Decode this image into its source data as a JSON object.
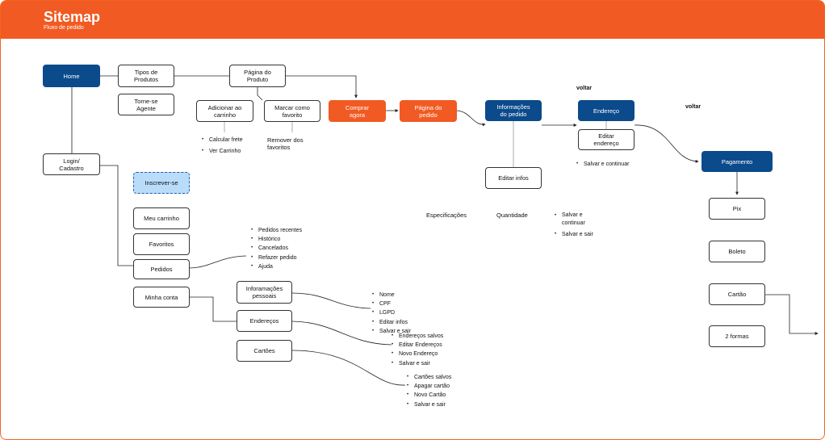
{
  "header": {
    "title": "Sitemap",
    "subtitle": "Fluxo de pedido"
  },
  "nodes": {
    "home": "Home",
    "tipos_produtos": "Tipos de\nProdutos",
    "torne_se_agente": "Torne-se\nAgente",
    "pagina_produto": "Página do\nProduto",
    "adicionar_carrinho": "Adicionar ao\ncarrinho",
    "marcar_favorito": "Marcar como\nfavorito",
    "comprar_agora": "Comprar\nagora",
    "pagina_pedido": "Página do\npedido",
    "informacoes_pedido": "Informações\ndo pedido",
    "editar_infos": "Editar infos",
    "endereco": "Endereço",
    "editar_endereco": "Editar\nendereço",
    "pagamento": "Pagamento",
    "pix": "Pix",
    "boleto": "Boleto",
    "cartao": "Cartão",
    "duas_formas": "2 formas",
    "login_cadastro": "Login/\nCadastro",
    "inscrever_se": "Inscrever-se",
    "meu_carrinho": "Meu carrinho",
    "favoritos": "Favoritos",
    "pedidos": "Pedidos",
    "minha_conta": "Minha conta",
    "informacoes_pessoais": "Inforamações\npessoais",
    "enderecos": "Endereços",
    "cartoes": "Cartões"
  },
  "lists": {
    "carrinho": [
      "Calcular frete",
      "Ver Carrinho"
    ],
    "pedidos": [
      "Pedidos recentes",
      "Histórico",
      "Cancelados",
      "Refazer pedido",
      "Ajuda"
    ],
    "pessoais": [
      "Nome",
      "CPF",
      "LGPD",
      "Editar infos",
      "Salvar e sair"
    ],
    "enderecos": [
      "Endereços salvos",
      "Editar Endereços",
      "Novo Endereço",
      "Salvar e sair"
    ],
    "cartoes": [
      "Cartões salvos",
      "Apagar cartão",
      "Novo Cartão",
      "Salvar e sair"
    ],
    "endereco_acoes": [
      "Salvar e continuar"
    ],
    "info_salvar": [
      "Salvar e\ncontinuar",
      "Salvar e sair"
    ]
  },
  "labels": {
    "remover_favoritos": "Remover dos\nfavoritos",
    "especificacoes": "Especificações",
    "quantidade": "Quantidade",
    "voltar_1": "voltar",
    "voltar_2": "voltar"
  },
  "colors": {
    "header": "#f15a22",
    "primary": "#0b4a8b",
    "accent": "#f15a22",
    "highlight": "#b9dcfb"
  }
}
